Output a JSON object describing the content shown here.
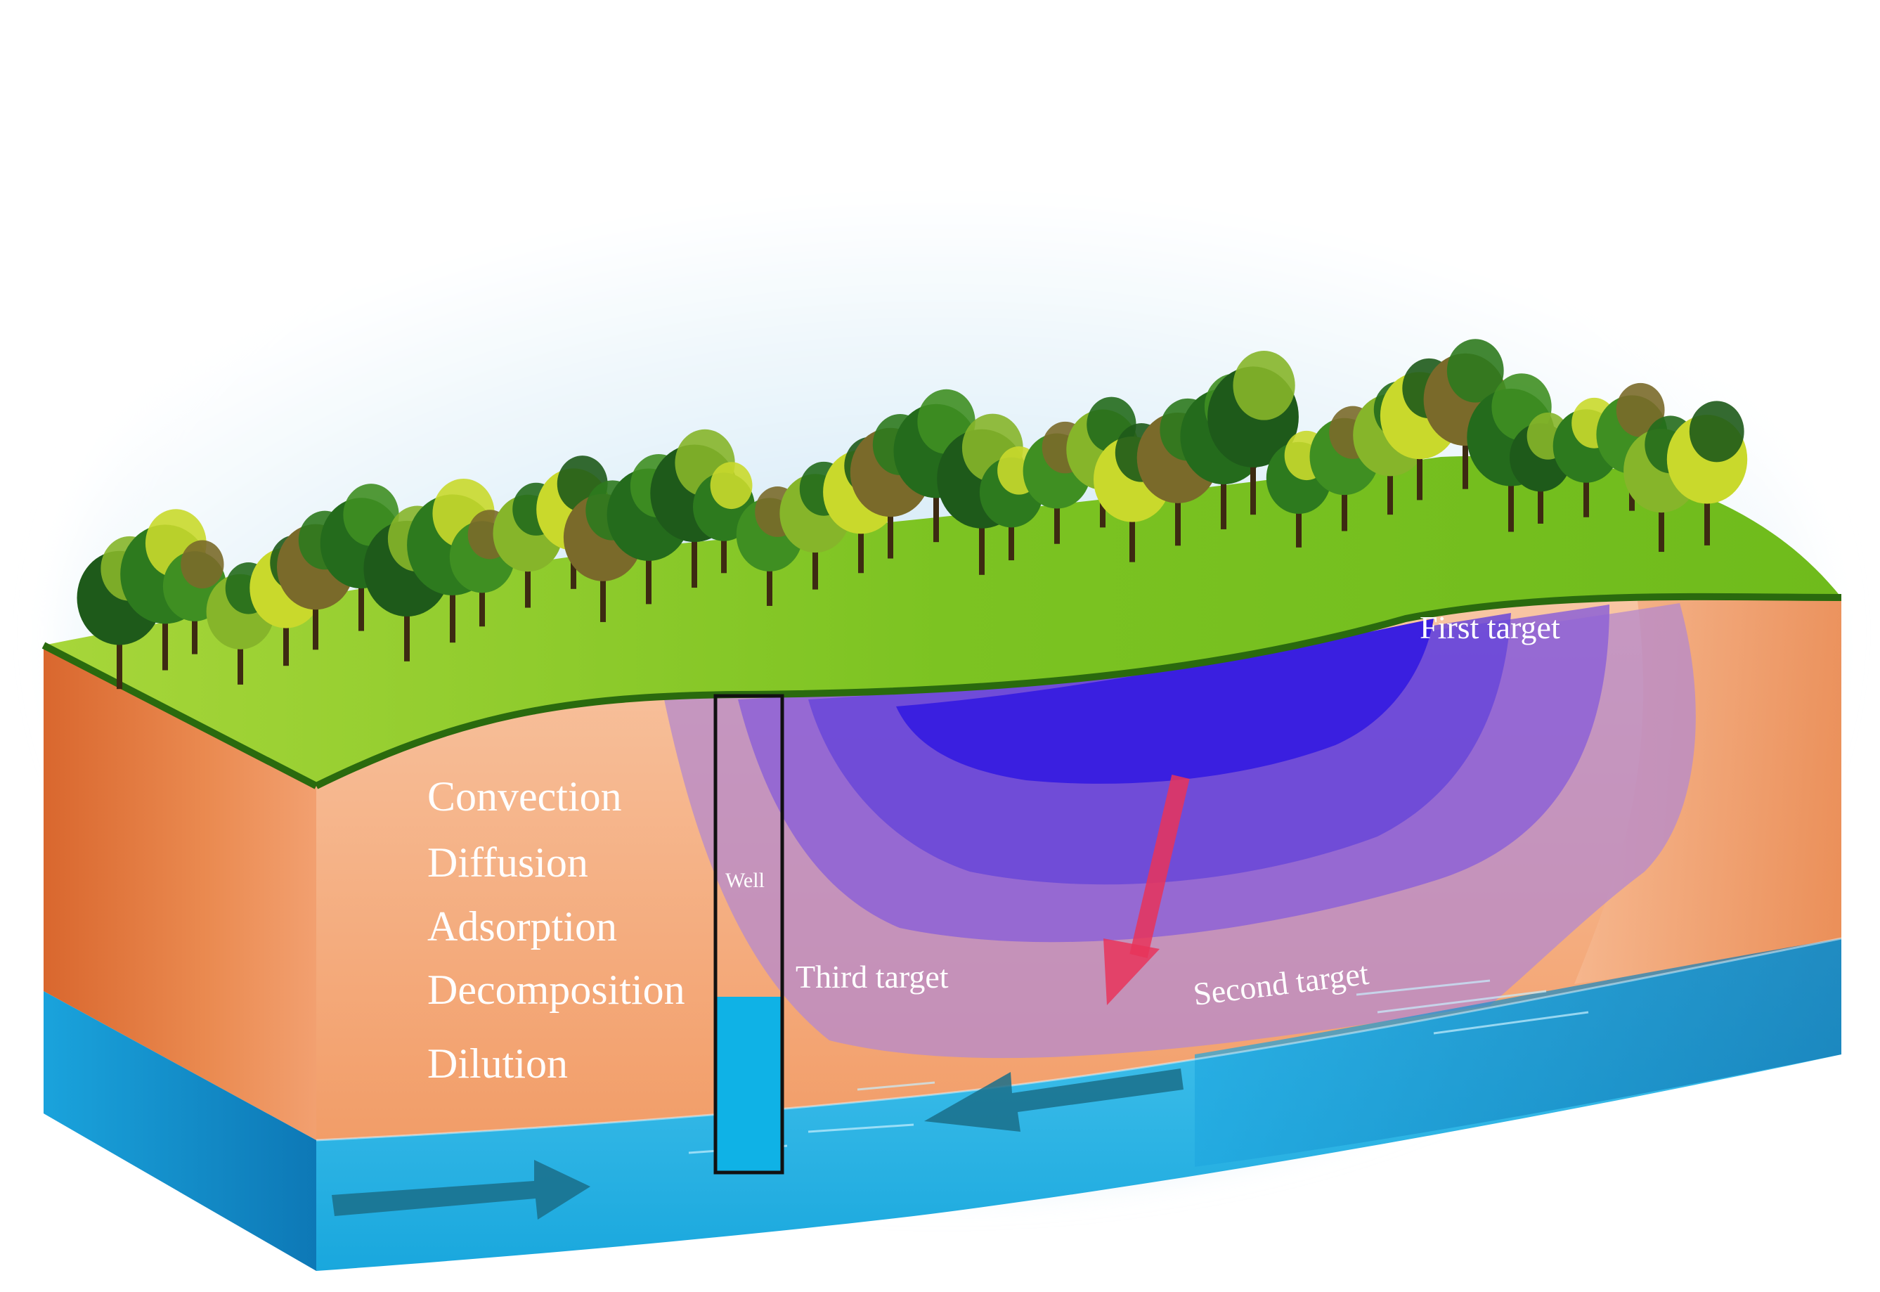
{
  "processes": [
    "Convection",
    "Diffusion",
    "Adsorption",
    "Decomposition",
    "Dilution"
  ],
  "labels": {
    "first_target": "First target",
    "second_target": "Second target",
    "third_target": "Third target",
    "well": "Well"
  },
  "colors": {
    "grass": "#7cc322",
    "grass_dark": "#4f9a12",
    "soil": "#f3a070",
    "soil_dark": "#d8703c",
    "aquifer": "#1fb4e4",
    "aquifer_dark": "#127fb8",
    "plume_core": "#3a1fe0",
    "plume_mid": "#7a55d8",
    "plume_outer": "#b07ac8",
    "arrow_flow": "#1a6f8a",
    "arrow_migration": "#e8345a",
    "well_water": "#0fb2e6"
  },
  "icons": {
    "trees": "tree-icon",
    "groundwater_flow": "arrow-right-icon",
    "plume_migration": "arrow-down-icon"
  }
}
